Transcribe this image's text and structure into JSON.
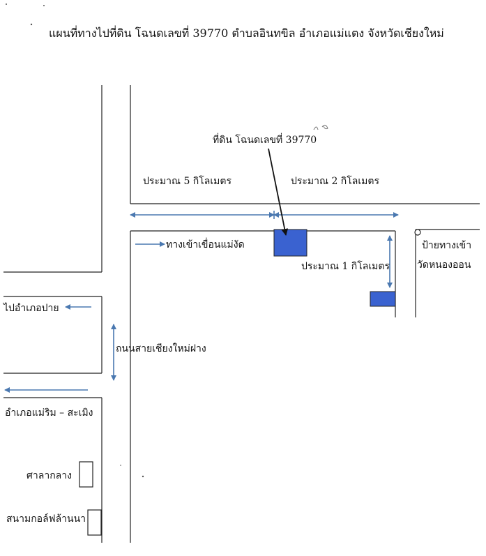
{
  "map": {
    "title": "แผนที่ทางไปที่ดิน โฉนดเลขที่  39770 ตำบลอินทขิล  อำเภอแม่แตง จังหวัดเชียงใหม่",
    "parcel_label": "ที่ดิน โฉนดเลขที่ 39770",
    "distance_5km": "ประมาณ 5 กิโลเมตร",
    "distance_2km": "ประมาณ 2 กิโลเมตร",
    "distance_1km": "ประมาณ 1 กิโลเมตร",
    "dam_entrance": "ทางเข้าเขื่อนแม่งัด",
    "sign_line1": "ป้ายทางเข้า",
    "sign_line2": "วัดหนองออน",
    "to_pai": "ไปอำเภอปาย",
    "highway": "ถนนสายเชียงใหม่ฝาง",
    "mae_rim": "อำเภอแม่ริม – สะเมิง",
    "sala": "ศาลากลาง",
    "golf": "สนามกอล์ฟล้านนา"
  },
  "colors": {
    "parcel_fill": "#3a62d0",
    "arrow": "#4a78b0",
    "road": "#222222"
  }
}
